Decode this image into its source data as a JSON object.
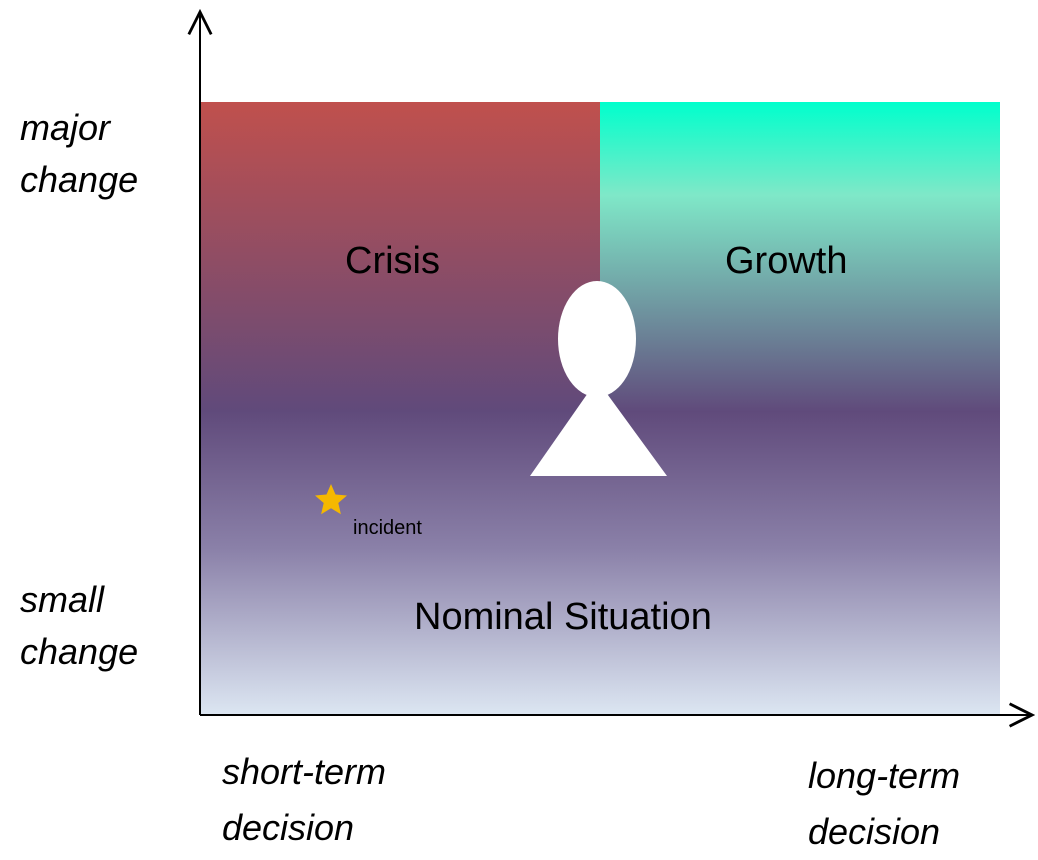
{
  "axes": {
    "y_top_label": [
      "major",
      "change"
    ],
    "y_bottom_label": [
      "small",
      "change"
    ],
    "x_left_label": [
      "short-term",
      "decision"
    ],
    "x_right_label": [
      "long-term",
      "decision"
    ]
  },
  "regions": {
    "crisis": "Crisis",
    "growth": "Growth",
    "nominal": "Nominal Situation"
  },
  "marker": {
    "label": "incident",
    "icon": "star-icon",
    "color": "#f5b800"
  },
  "colors": {
    "crisis_top": "#c0504d",
    "growth_top": "#00ffcc",
    "middle_band": "#604a7b",
    "bottom": "#dce6f2",
    "person": "#ffffff"
  }
}
